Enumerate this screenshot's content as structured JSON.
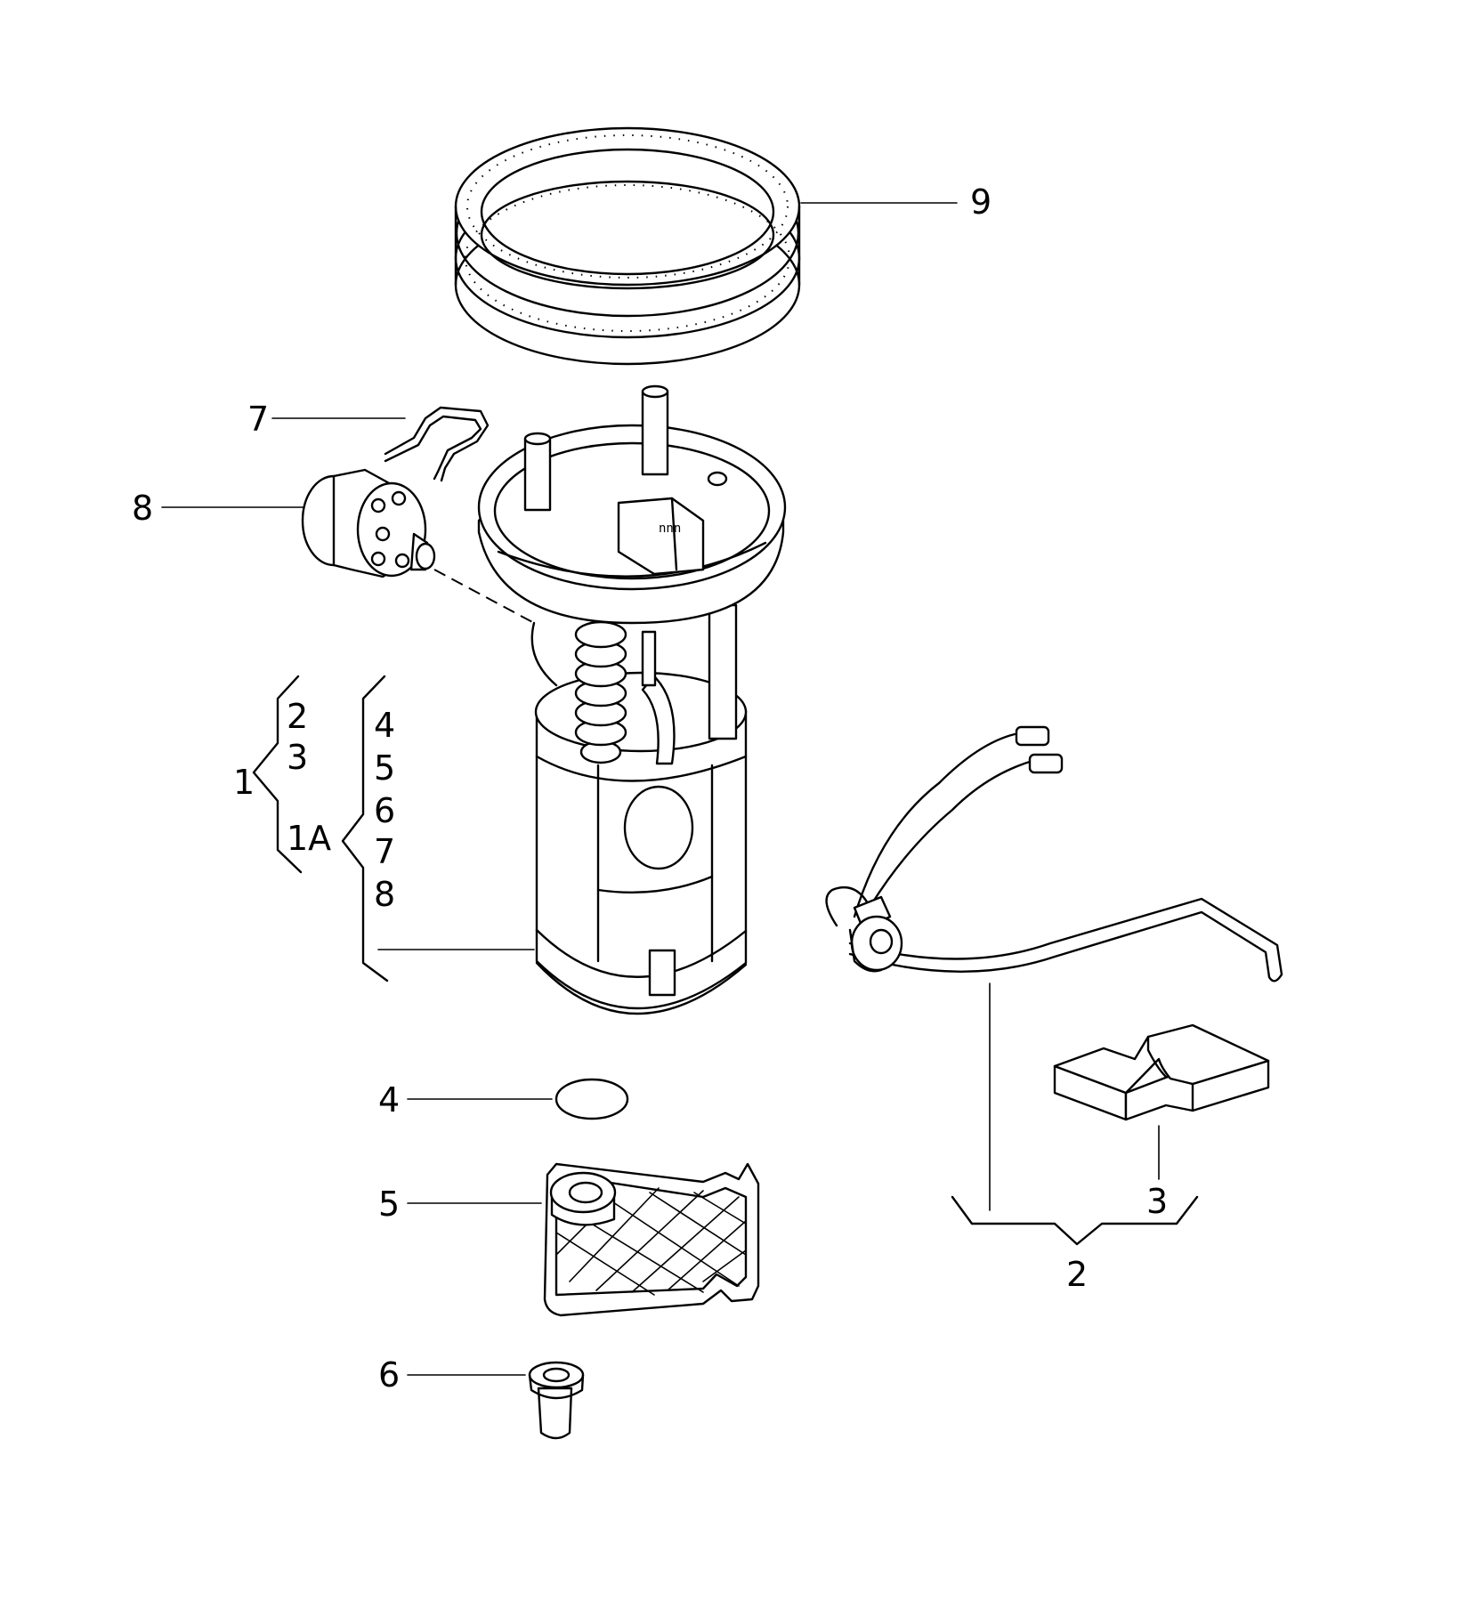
{
  "callouts": {
    "c9": "9",
    "c7": "7",
    "c8": "8",
    "c4": "4",
    "c5": "5",
    "c6": "6",
    "c3": "3",
    "c2": "2"
  },
  "bracket_group": {
    "label_1": "1",
    "label_1a": "1A",
    "sub_1": [
      "2",
      "3"
    ],
    "sub_1a": [
      "4",
      "5",
      "6",
      "7",
      "8"
    ]
  }
}
